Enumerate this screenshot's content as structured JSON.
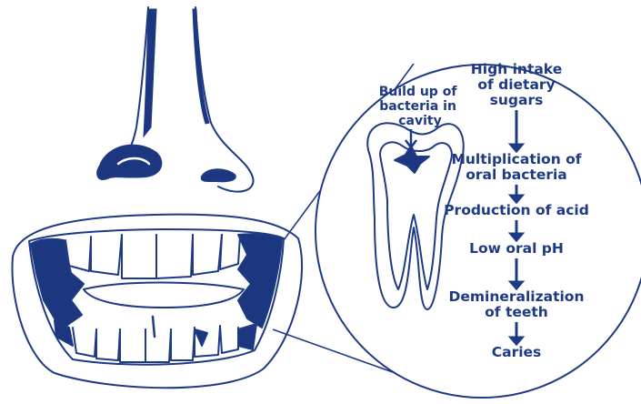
{
  "colors": {
    "ink": "#1f3a85",
    "fill_dark": "#1c3680",
    "background": "#ffffff"
  },
  "cavity_label": [
    "Build up of",
    "bacteria in",
    "cavity"
  ],
  "steps": [
    {
      "lines": [
        "High intake",
        "of dietary",
        "sugars"
      ]
    },
    {
      "lines": [
        "Multiplication of",
        "oral bacteria"
      ]
    },
    {
      "lines": [
        "Production of acid"
      ]
    },
    {
      "lines": [
        "Low oral pH"
      ]
    },
    {
      "lines": [
        "Demineralization",
        "of teeth"
      ]
    },
    {
      "lines": [
        "Caries"
      ]
    }
  ]
}
